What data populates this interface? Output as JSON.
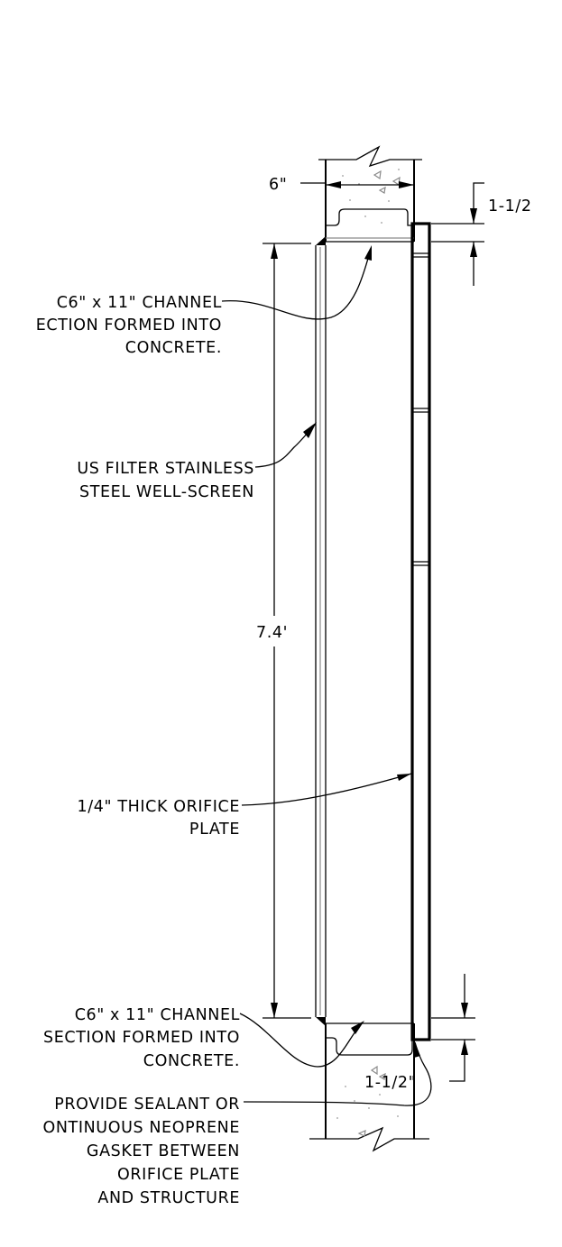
{
  "labels": {
    "top_width": "6\"",
    "top_offset": "1-1/2",
    "height": "7.4'",
    "bottom_offset": "1-1/2\"",
    "top_channel": [
      "C6\" x 11\" CHANNEL",
      "ECTION FORMED INTO",
      "CONCRETE."
    ],
    "well_screen": [
      "US FILTER STAINLESS",
      "STEEL WELL-SCREEN"
    ],
    "orifice_plate": [
      "1/4\" THICK ORIFICE",
      "PLATE"
    ],
    "bottom_channel": [
      "C6\" x 11\" CHANNEL",
      "SECTION FORMED INTO",
      "CONCRETE."
    ],
    "sealant": [
      "PROVIDE SEALANT OR",
      "ONTINUOUS NEOPRENE",
      "GASKET BETWEEN",
      "ORIFICE PLATE",
      "AND STRUCTURE"
    ]
  }
}
